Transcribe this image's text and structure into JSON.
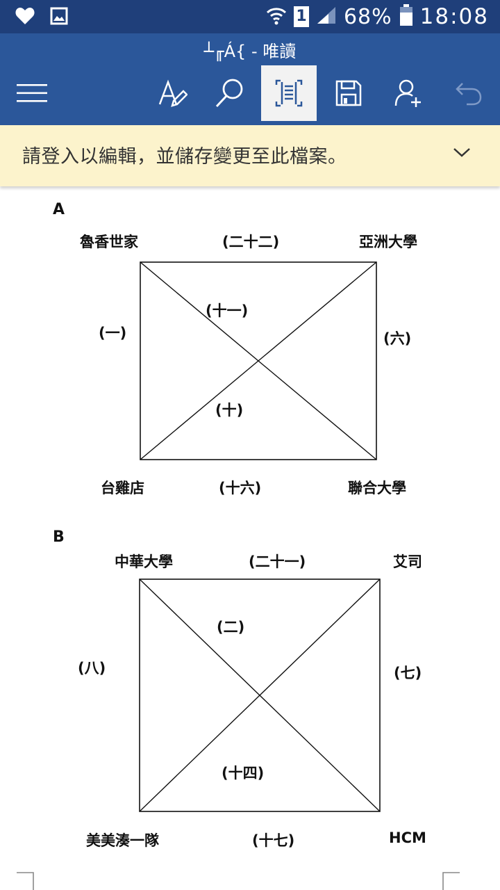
{
  "status_bar": {
    "battery": "68%",
    "sim": "1",
    "time": "18:08"
  },
  "app": {
    "doc_title": "┴╓Á{ - 唯讀",
    "toolbar": [
      "menu-icon",
      "edit-icon",
      "search-icon",
      "reading-view-icon",
      "save-icon",
      "share-icon",
      "undo-icon"
    ]
  },
  "banner": {
    "message": "請登入以編輯，並儲存變更至此檔案。"
  },
  "diagrams": {
    "a": {
      "letter": "A",
      "top_left": "魯香世家",
      "top_mid": "(二十二)",
      "top_right": "亞洲大學",
      "left": "(一)",
      "right": "(六)",
      "diag_upper": "(十一)",
      "diag_lower": "(十)",
      "bottom_left": "台雞店",
      "bottom_mid": "(十六)",
      "bottom_right": "聯合大學"
    },
    "b": {
      "letter": "B",
      "top_left": "中華大學",
      "top_mid": "(二十一)",
      "top_right": "艾司",
      "left": "(八)",
      "right": "(七)",
      "diag_upper": "(二)",
      "diag_lower": "(十四)",
      "bottom_left": "美美湊一隊",
      "bottom_mid": "(十七)",
      "bottom_right": "HCM"
    }
  }
}
